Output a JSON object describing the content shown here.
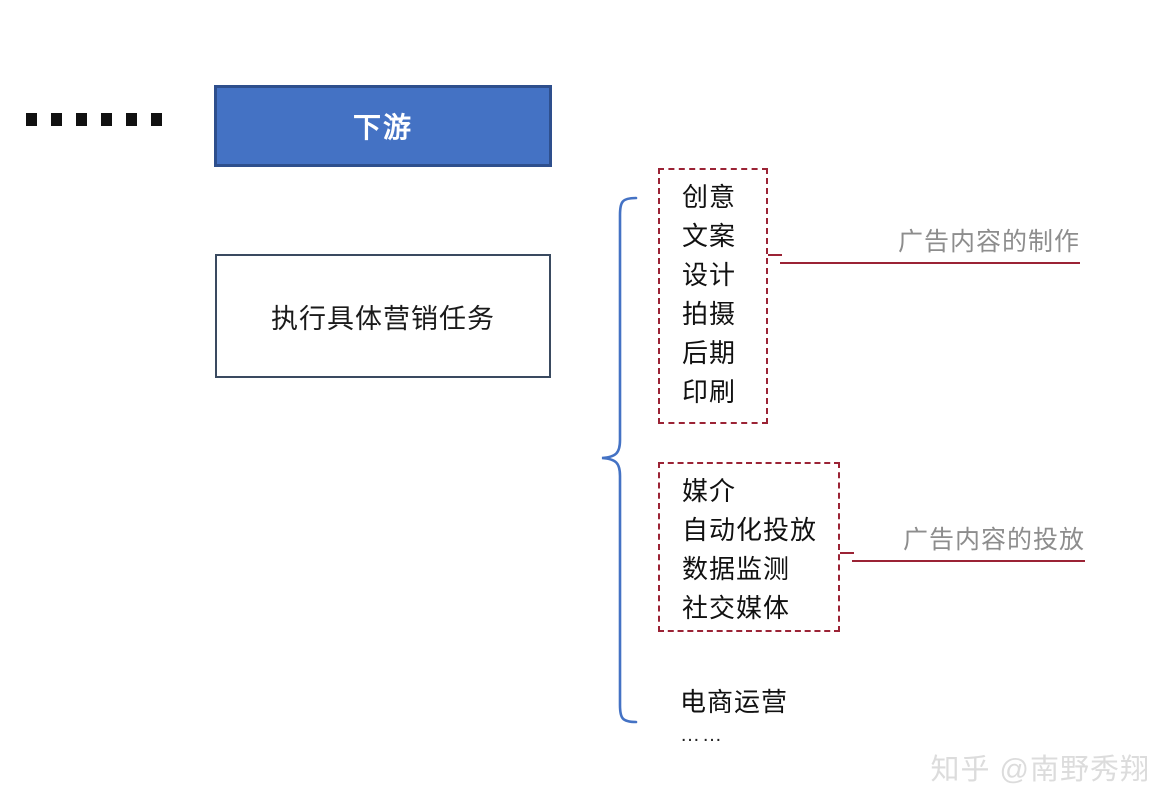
{
  "diagram": {
    "title_box": {
      "label": "下游",
      "fill_color": "#4472C4",
      "border_color": "#2E4F8D",
      "text_color": "#FFFFFF"
    },
    "leading_dots": {
      "name": "continuation-dots",
      "count": 6,
      "color": "#111111"
    },
    "task_box": {
      "label": "执行具体营销任务",
      "border_color": "#3A4A60",
      "fill_color": "#FFFFFF"
    },
    "brace": {
      "name": "left-curly-brace",
      "color": "#4472C4"
    },
    "groups": [
      {
        "id": "production",
        "style": "dashed-box",
        "border_color": "#9B2335",
        "items": [
          "创意",
          "文案",
          "设计",
          "拍摄",
          "后期",
          "印刷"
        ],
        "annotation": "广告内容的制作"
      },
      {
        "id": "distribution",
        "style": "dashed-box",
        "border_color": "#9B2335",
        "items": [
          "媒介",
          "自动化投放",
          "数据监测",
          "社交媒体"
        ],
        "annotation": "广告内容的投放"
      },
      {
        "id": "ecommerce",
        "style": "plain",
        "items": [
          "电商运营",
          "……"
        ],
        "annotation": ""
      }
    ],
    "annotation_text_color": "#8D8D8D",
    "annotation_rule_color": "#9B2335"
  },
  "watermark": {
    "text": "知乎 @南野秀翔"
  }
}
